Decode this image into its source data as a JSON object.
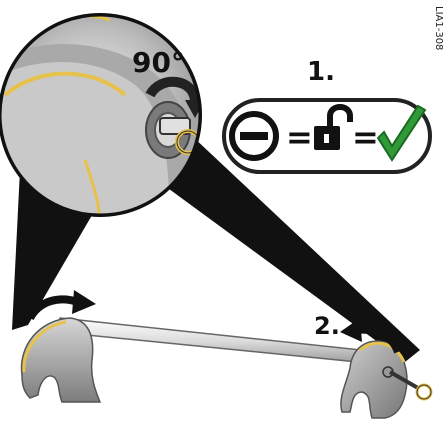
{
  "labels": {
    "rotation": "90°",
    "step1": "1.",
    "step2": "2.",
    "equals_1": "=",
    "equals_2": "=",
    "code": "LIA1-308"
  },
  "icons": [
    "minus-circle-icon",
    "open-padlock-icon",
    "checkmark-icon",
    "curved-arrow-icon",
    "key-icon"
  ],
  "colors": {
    "accent_yellow": "#e7c24a",
    "check_green": "#2f9a37",
    "callout_black": "#111111"
  }
}
